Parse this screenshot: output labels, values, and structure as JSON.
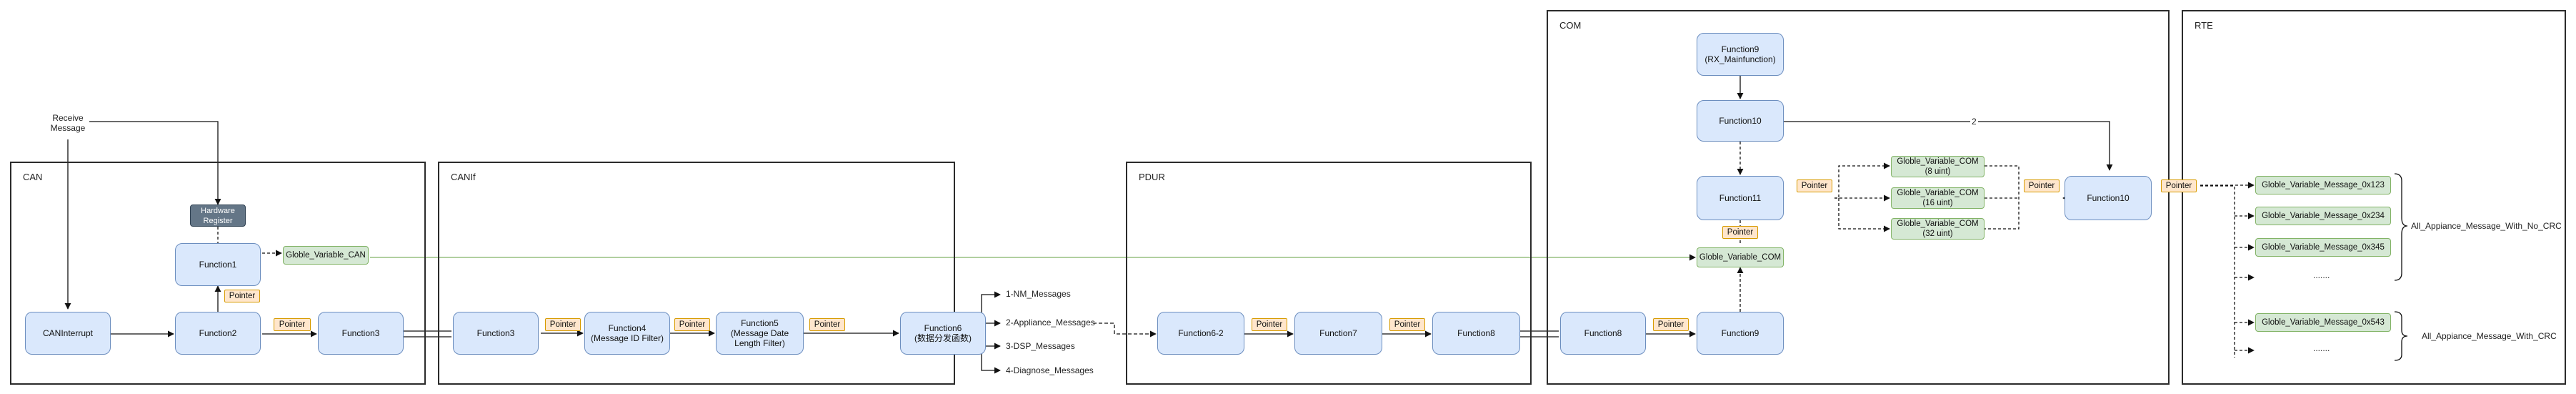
{
  "frames": {
    "can": "CAN",
    "canif": "CANIf",
    "pdur": "PDUR",
    "com": "COM",
    "rte": "RTE"
  },
  "labels": {
    "receive_message": "Receive\nMessage",
    "edge_2": "2",
    "brace_no_crc": "All_Appiance_Message_With_No_CRC",
    "brace_crc": "All_Appiance_Message_With_CRC",
    "msg_nm": "1-NM_Messages",
    "msg_appliance": "2-Appliance_Messages",
    "msg_dsp": "3-DSP_Messages",
    "msg_diag": "4-Diagnose_Messages",
    "dots_a": ".......",
    "dots_b": "......."
  },
  "nodes": {
    "can_interrupt": "CANInterrupt",
    "hw_register": "Hardware\nRegister",
    "can_function1": "Function1",
    "can_function2": "Function2",
    "can_function3": "Function3",
    "canif_function3": "Function3",
    "canif_function4": "Function4\n(Message ID Filter)",
    "canif_function5": "Function5\n(Message Date\nLength Filter)",
    "canif_function6": "Function6\n(数据分发函数)",
    "pdur_function6_2": "Function6-2",
    "pdur_function7": "Function7",
    "pdur_function8": "Function8",
    "com_function8": "Function8",
    "com_function9b": "Function9",
    "com_function9": "Function9\n(RX_Mainfunction)",
    "com_function10": "Function10",
    "com_function11": "Function11",
    "com_function10_out": "Function10"
  },
  "variables": {
    "globle_can": "Globle_Variable_CAN",
    "globle_com": "Globle_Variable_COM",
    "com_8": "Globle_Variable_COM\n(8 uint)",
    "com_16": "Globle_Variable_COM\n(16 uint)",
    "com_32": "Globle_Variable_COM\n(32 uint)",
    "msg_123": "Globle_Variable_Message_0x123",
    "msg_234": "Globle_Variable_Message_0x234",
    "msg_345": "Globle_Variable_Message_0x345",
    "msg_543": "Globle_Variable_Message_0x543"
  },
  "pointer_label": "Pointer",
  "colors": {
    "function_fill": "#dae8fc",
    "function_stroke": "#6c8ebf",
    "variable_fill": "#d5e8d4",
    "variable_stroke": "#82b366",
    "pointer_fill": "#ffe6cc",
    "pointer_stroke": "#d79b00",
    "hardware_fill": "#647687",
    "global_link": "#82b366"
  }
}
